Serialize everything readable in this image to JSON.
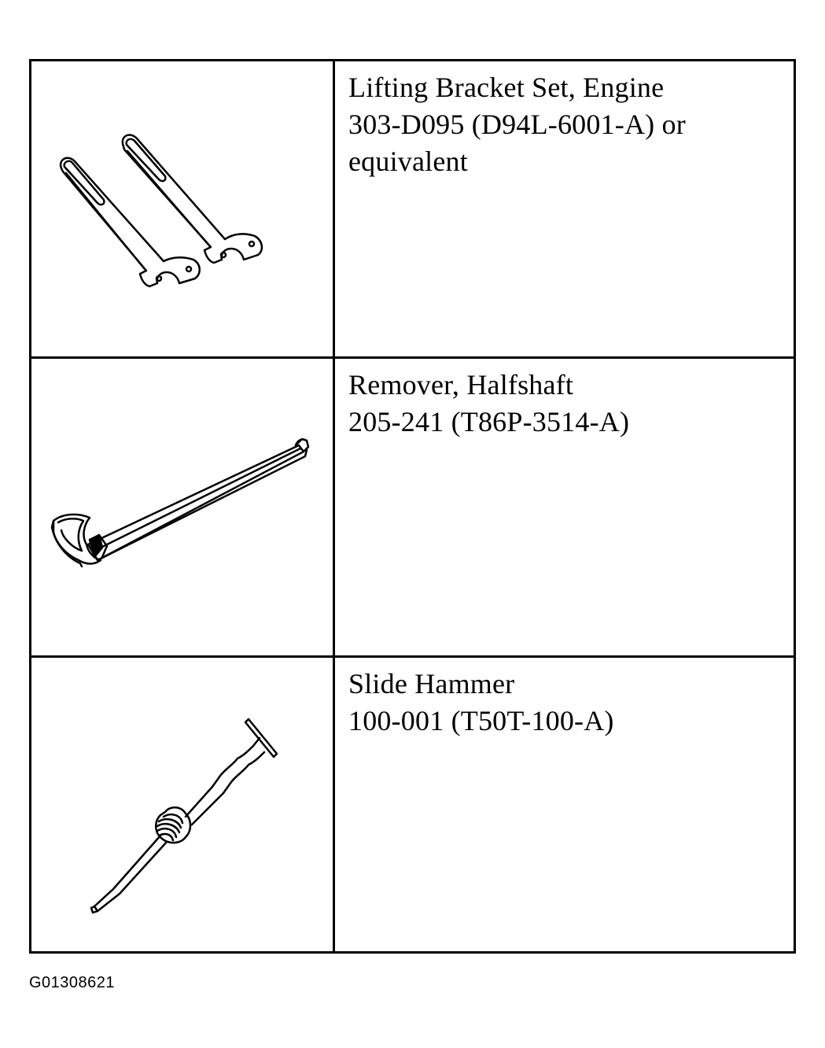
{
  "tools": [
    {
      "name": "Lifting Bracket Set, Engine",
      "part_line": "303-D095 (D94L-6001-A) or",
      "extra_line": "equivalent",
      "icon": "lifting-bracket-illustration"
    },
    {
      "name": "Remover, Halfshaft",
      "part_line": "205-241 (T86P-3514-A)",
      "icon": "halfshaft-remover-illustration"
    },
    {
      "name": "Slide Hammer",
      "part_line": "100-001 (T50T-100-A)",
      "icon": "slide-hammer-illustration"
    }
  ],
  "figure_code": "G01308621"
}
